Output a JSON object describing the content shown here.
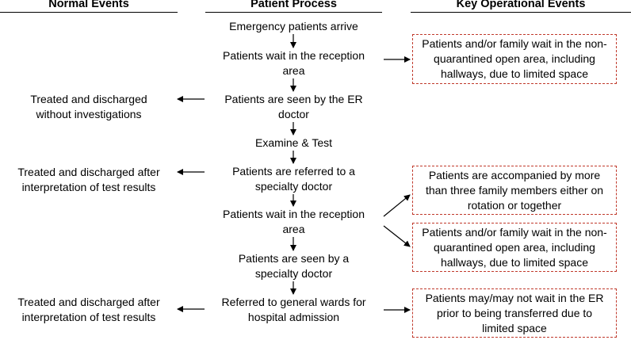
{
  "headers": {
    "normal": "Normal Events",
    "process": "Patient Process",
    "key": "Key Operational Events"
  },
  "process_steps": [
    [
      "Emergency patients arrive"
    ],
    [
      "Patients wait in the reception",
      "area"
    ],
    [
      "Patients are seen by the ER",
      "doctor"
    ],
    [
      "Examine & Test"
    ],
    [
      "Patients are referred to a",
      "specialty doctor"
    ],
    [
      "Patients wait in the reception",
      "area"
    ],
    [
      "Patients are seen by a",
      "specialty doctor"
    ],
    [
      "Referred to general wards for",
      "hospital admission"
    ]
  ],
  "normal_events": [
    [
      "Treated and discharged",
      "without investigations"
    ],
    [
      "Treated and discharged after",
      "interpretation of test results"
    ],
    [
      "Treated and discharged after",
      "interpretation of test results"
    ]
  ],
  "key_events": [
    [
      "Patients and/or family wait in the non-",
      "quarantined open area, including",
      "hallways, due to limited space"
    ],
    [
      "Patients are accompanied by more",
      "than three family members either on",
      "rotation or together"
    ],
    [
      "Patients and/or family wait in the non-",
      "quarantined open area, including",
      "hallways, due to limited space"
    ],
    [
      "Patients may/may not wait in the ER",
      "prior to being transferred due to",
      "limited space"
    ]
  ]
}
